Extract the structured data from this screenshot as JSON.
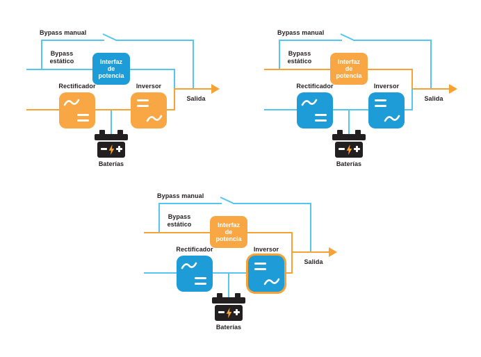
{
  "palette": {
    "orange": "#F7A233",
    "orange_box": "#F9A645",
    "blue_line": "#55C6F2",
    "blue_box": "#1E9CD8",
    "ink": "#231F20",
    "bg": "#FFFFFF"
  },
  "diagrams": [
    {
      "id": "ups-double-conversion",
      "labels": {
        "bypass_manual": "Bypass manual",
        "bypass_estatico_1": "Bypass",
        "bypass_estatico_2": "estático",
        "interfaz_1": "Interfaz",
        "interfaz_2": "de",
        "interfaz_3": "potencia",
        "rectificador": "Rectificador",
        "inversor": "Inversor",
        "salida": "Salida",
        "baterias": "Baterías"
      }
    },
    {
      "id": "ups-static-bypass",
      "labels": {
        "bypass_manual": "Bypass manual",
        "bypass_estatico_1": "Bypass",
        "bypass_estatico_2": "estático",
        "interfaz_1": "Interfaz",
        "interfaz_2": "de",
        "interfaz_3": "potencia",
        "rectificador": "Rectificador",
        "inversor": "Inversor",
        "salida": "Salida",
        "baterias": "Baterías"
      }
    },
    {
      "id": "ups-inverter-highlight",
      "labels": {
        "bypass_manual": "Bypass manual",
        "bypass_estatico_1": "Bypass",
        "bypass_estatico_2": "estático",
        "interfaz_1": "Interfaz",
        "interfaz_2": "de",
        "interfaz_3": "potencia",
        "rectificador": "Rectificador",
        "inversor": "Inversor",
        "salida": "Salida",
        "baterias": "Baterías"
      }
    }
  ]
}
